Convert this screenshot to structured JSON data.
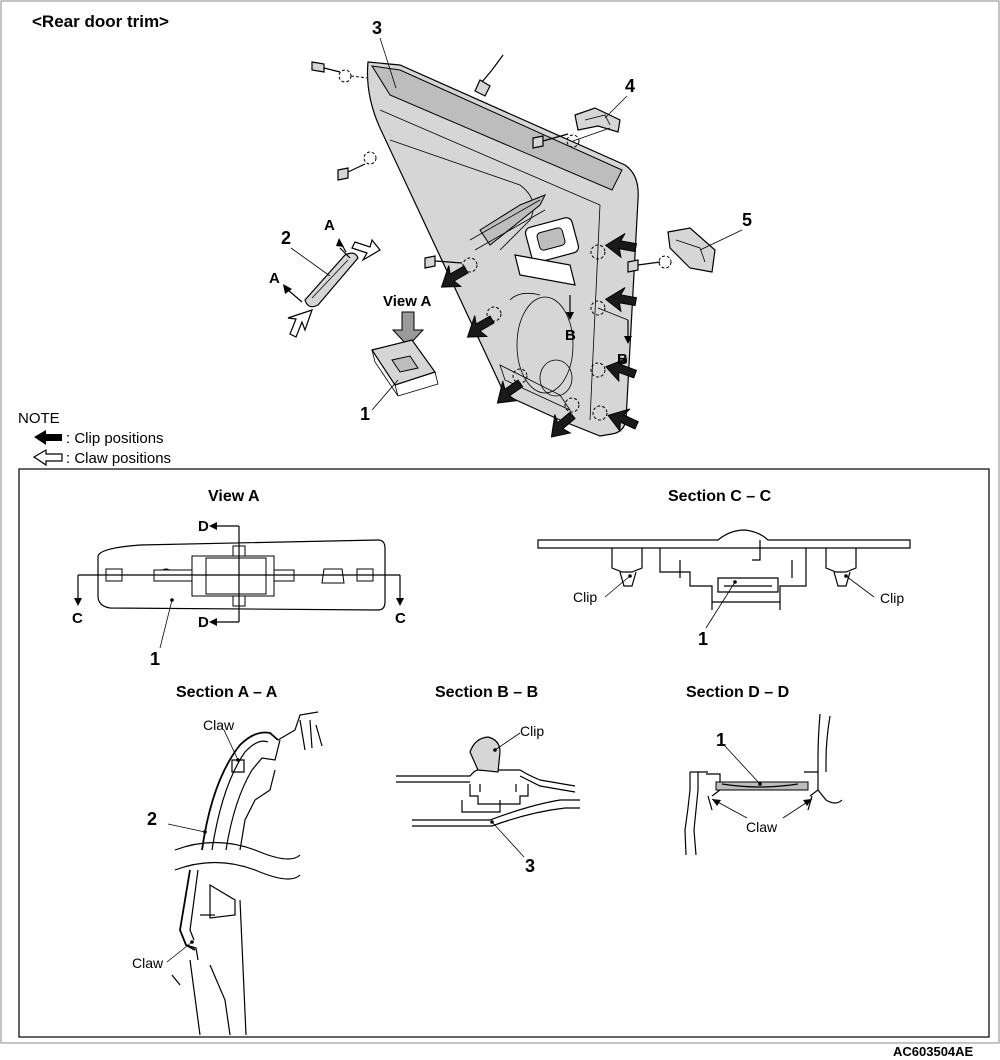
{
  "title": "<Rear door trim>",
  "callouts": {
    "n1": "1",
    "n2": "2",
    "n3": "3",
    "n4": "4",
    "n5": "5"
  },
  "view_a_arrow_label": "View A",
  "section_letters": {
    "a": "A",
    "b": "B",
    "c": "C",
    "d": "D"
  },
  "note": {
    "heading": "NOTE",
    "clip_label": ": Clip positions",
    "claw_label": ": Claw positions"
  },
  "panels": {
    "view_a": "View A",
    "section_cc": "Section C – C",
    "section_aa": "Section A – A",
    "section_bb": "Section B – B",
    "section_dd": "Section D – D"
  },
  "labels": {
    "clip": "Clip",
    "claw": "Claw"
  },
  "figure_id": "AC603504AE",
  "colors": {
    "line": "#000000",
    "part_fill": "#d6d6d6",
    "arrow_fill": "#1a1a1a",
    "view_arrow": "#9a9a9a"
  }
}
